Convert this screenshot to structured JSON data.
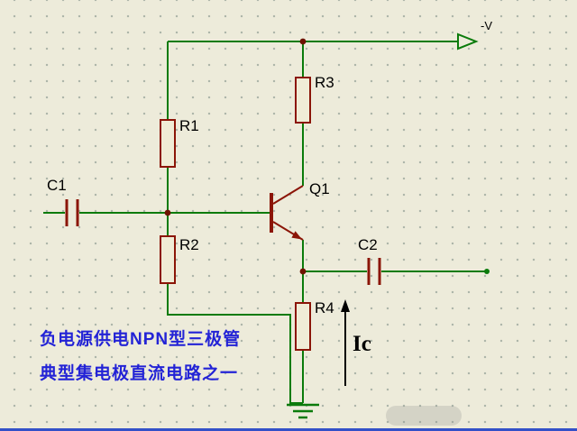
{
  "page": {
    "type": "circuit-schematic",
    "style": "proteus-like-capture"
  },
  "components": [
    {
      "ref": "C1",
      "type": "capacitor"
    },
    {
      "ref": "R1",
      "type": "resistor"
    },
    {
      "ref": "R2",
      "type": "resistor"
    },
    {
      "ref": "Q1",
      "type": "npn-transistor"
    },
    {
      "ref": "R3",
      "type": "resistor"
    },
    {
      "ref": "C2",
      "type": "capacitor"
    },
    {
      "ref": "R4",
      "type": "resistor"
    }
  ],
  "power_terminal": {
    "label": "-V"
  },
  "current_annotation": {
    "label": "Ic",
    "direction": "up"
  },
  "ground": {
    "type": "ground-symbol"
  },
  "caption": {
    "line1": "负电源供电NPN型三极管",
    "line2": "典型集电极直流电路之一"
  },
  "colors": {
    "background": "#edebda",
    "grid_dot": "#768880",
    "wire": "#0b7b0b",
    "component_outline": "#8b1507",
    "component_fill": "#f0ecd6",
    "junction_dot": "#6e1200",
    "caption_text": "#2323d6",
    "label_text": "#000000",
    "bottom_border": "#3350c8"
  }
}
